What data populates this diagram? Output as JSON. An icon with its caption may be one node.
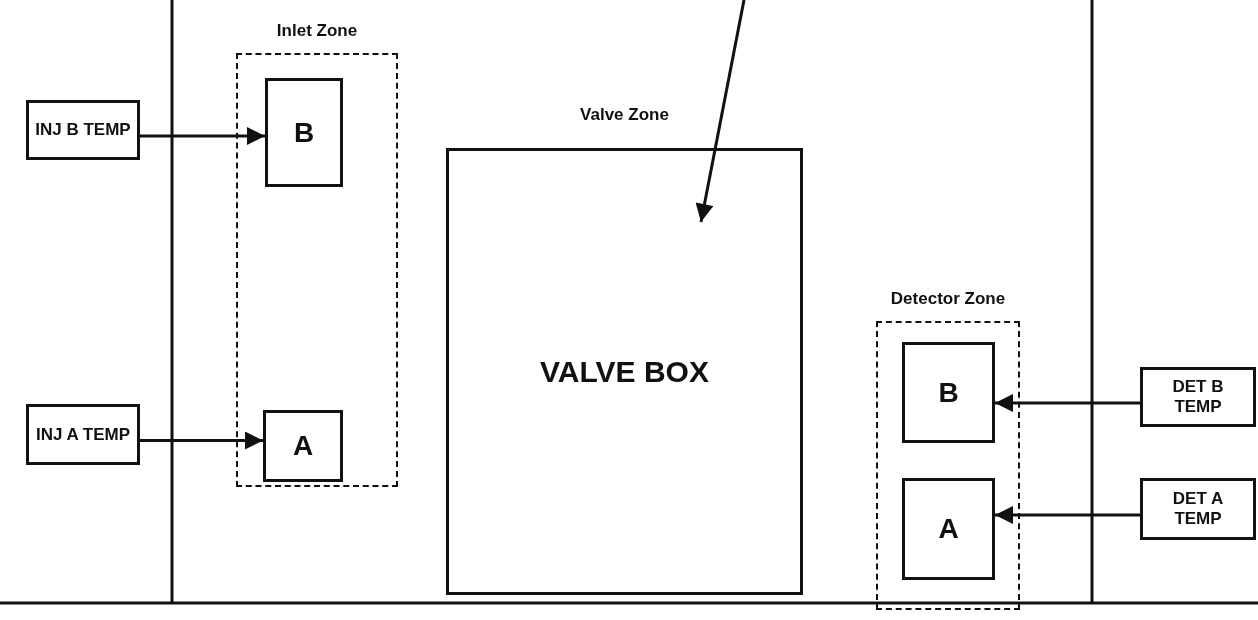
{
  "diagram": {
    "nodes": [
      {
        "text": [
          "Inlet Zone"
        ]
      },
      {
        "text": [
          "B"
        ],
        "in": 0
      },
      {
        "text": [
          "A"
        ],
        "in": 0
      },
      {
        "text": [
          "Valve Zone",
          "VALVE BOX"
        ]
      },
      {
        "text": [
          "Detector Zone"
        ]
      },
      {
        "text": [
          "B"
        ],
        "in": 4
      },
      {
        "text": [
          "A"
        ],
        "in": 4
      },
      {
        "text": [
          "INJ B TEMP"
        ]
      },
      {
        "text": [
          "INJ A TEMP"
        ]
      },
      {
        "text": [
          "DET B TEMP"
        ]
      },
      {
        "text": [
          "DET A TEMP"
        ]
      }
    ],
    "edges": [
      {
        "from": 7,
        "to": 1,
        "arrow": "to"
      },
      {
        "from": 8,
        "to": 2,
        "arrow": "to"
      },
      {
        "from": 9,
        "to": 5,
        "arrow": "to"
      },
      {
        "from": 10,
        "to": 6,
        "arrow": "to"
      },
      {
        "from": null,
        "to": 3,
        "arrow": "to"
      }
    ]
  }
}
